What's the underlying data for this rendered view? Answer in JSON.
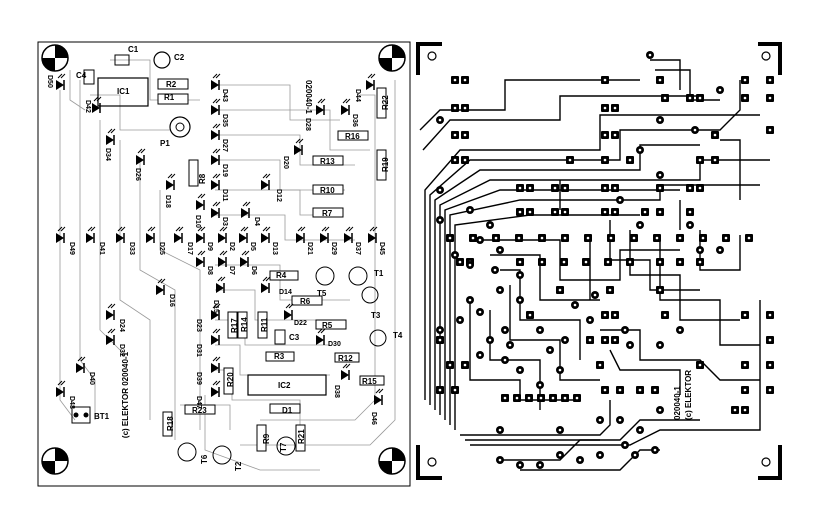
{
  "component_board": {
    "board_id": "020040-1",
    "mirrored_caption": "(c) ELEKTOR 020040-1",
    "components": {
      "C1": "C1",
      "C2": "C2",
      "C3": "C3",
      "C4": "C4",
      "IC1": "IC1",
      "IC2": "IC2",
      "P1": "P1",
      "BT1": "BT1",
      "R1": "R1",
      "R2": "R2",
      "R3": "R3",
      "R4": "R4",
      "R5": "R5",
      "R6": "R6",
      "R7": "R7",
      "R8": "R8",
      "R9": "R9",
      "R10": "R10",
      "R11": "R11",
      "R12": "R12",
      "R13": "R13",
      "R14": "R14",
      "R15": "R15",
      "R16": "R16",
      "R17": "R17",
      "R18": "R18",
      "R19": "R19",
      "R20": "R20",
      "R21": "R21",
      "R22": "R22",
      "R23": "R23",
      "T1": "T1",
      "T2": "T2",
      "T3": "T3",
      "T4": "T4",
      "T5": "T5",
      "T6": "T6",
      "T7": "T7",
      "D1": "D1",
      "D2": "D2",
      "D3": "D3",
      "D4": "D4",
      "D5": "D5",
      "D6": "D6",
      "D7": "D7",
      "D8": "D8",
      "D9": "D9",
      "D10": "D10",
      "D11": "D11",
      "D12": "D12",
      "D13": "D13",
      "D14": "D14",
      "D15": "D15",
      "D16": "D16",
      "D17": "D17",
      "D18": "D18",
      "D19": "D19",
      "D20": "D20",
      "D21": "D21",
      "D22": "D22",
      "D23": "D23",
      "D24": "D24",
      "D25": "D25",
      "D26": "D26",
      "D27": "D27",
      "D28": "D28",
      "D29": "D29",
      "D30": "D30",
      "D31": "D31",
      "D32": "D32",
      "D33": "D33",
      "D34": "D34",
      "D35": "D35",
      "D36": "D36",
      "D37": "D37",
      "D38": "D38",
      "D39": "D39",
      "D40": "D40",
      "D41": "D41",
      "D42": "D42",
      "D43": "D43",
      "D44": "D44",
      "D45": "D45",
      "D46": "D46",
      "D47": "D47",
      "D48": "D48",
      "D49": "D49",
      "D50": "D50"
    }
  },
  "copper_board": {
    "board_id": "020040-1",
    "caption": "(c) ELEKTOR"
  },
  "colors": {
    "ink": "#000000",
    "paper": "#ffffff"
  }
}
